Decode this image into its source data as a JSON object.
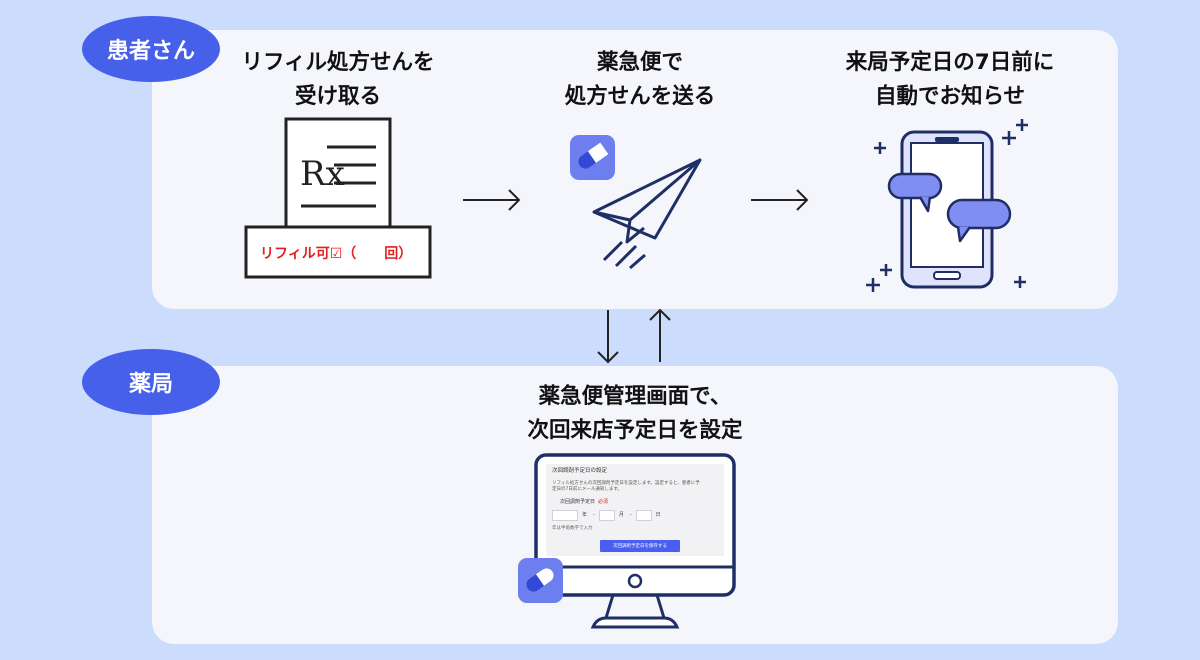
{
  "labels": {
    "patient": "患者さん",
    "pharmacy": "薬局"
  },
  "steps": {
    "receive_line1": "リフィル処方せんを",
    "receive_line2": "受け取る",
    "send_line1": "薬急便で",
    "send_line2": "処方せんを送る",
    "notify_line1": "来局予定日の7日前に",
    "notify_line2": "自動でお知らせ",
    "set_line1": "薬急便管理画面で、",
    "set_line2": "次回来店予定日を設定"
  },
  "prescription": {
    "rx_symbol": "Rx",
    "refill_stamp": "リフィル可☑（　　回）"
  },
  "screen": {
    "heading": "次回調剤予定日の設定",
    "description_line1": "リフィル処方せんの次回調剤予定日を設定します。設定すると、患者に予",
    "description_line2": "定日の7日前にメール通知します。",
    "field_label": "次回調剤予定日",
    "required": "必須",
    "year_unit": "年",
    "month_unit": "月",
    "day_unit": "日",
    "dash": "-",
    "hint": "年は半角数字で入力",
    "button_label": "次回調剤予定日を保存する"
  },
  "colors": {
    "background": "#ccdcfd",
    "panel": "#f4f6fb",
    "accent": "#4660ea",
    "navy": "#1f2f66",
    "bubble": "#7f8ef0",
    "phone_fill": "#dfe3fc",
    "stamp_red": "#e02020"
  },
  "icons": {
    "app_icon": "pill-app-icon",
    "plane": "paper-airplane-icon",
    "phone": "smartphone-icon",
    "monitor": "desktop-monitor-icon"
  }
}
